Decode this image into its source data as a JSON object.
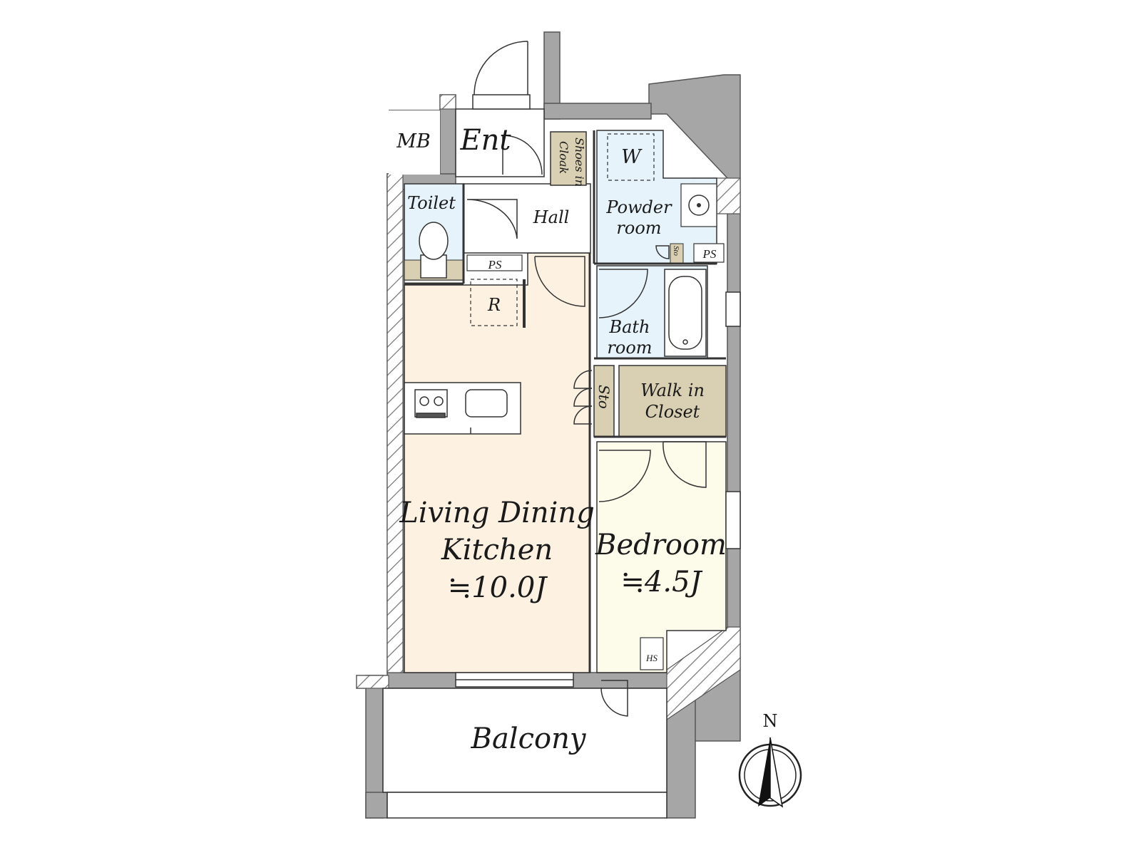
{
  "rooms": {
    "mb": "MB",
    "entrance": "Ent",
    "shoes_cloak_1": "Shoes in",
    "shoes_cloak_2": "Cloak",
    "washer": "W",
    "toilet": "Toilet",
    "hall": "Hall",
    "powder_1": "Powder",
    "powder_2": "room",
    "powder_storage": "Sto",
    "ps_upper": "PS",
    "ps_lower": "PS",
    "refrigerator": "R",
    "bath_1": "Bath",
    "bath_2": "room",
    "ldk_storage": "Sto",
    "walkin_1": "Walk in",
    "walkin_2": "Closet",
    "ldk_1": "Living Dining",
    "ldk_2": "Kitchen",
    "ldk_area": "≒10.0J",
    "bedroom": "Bedroom",
    "bedroom_area": "≒4.5J",
    "hs": "HS",
    "balcony": "Balcony"
  },
  "compass": {
    "north": "N"
  },
  "colors": {
    "wall": "#a6a6a6",
    "ldk_floor": "#fdf1e2",
    "bedroom_floor": "#fdfbea",
    "wet_floor": "#e6f3fb",
    "storage_floor": "#d9cfb3",
    "line": "#333333"
  }
}
